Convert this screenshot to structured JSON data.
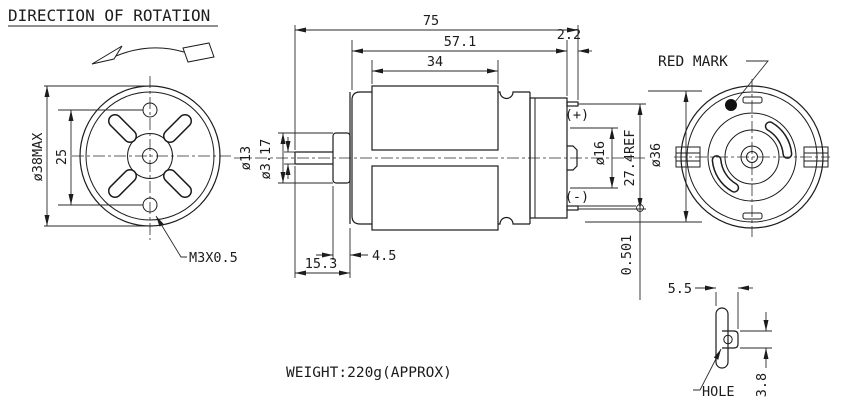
{
  "header": {
    "title": "DIRECTION OF ROTATION"
  },
  "front_view": {
    "dia_max": "ø38MAX",
    "hole_spacing": "25",
    "thread": "M3X0.5"
  },
  "side_view": {
    "overall_length": "75",
    "case_length": "57.1",
    "band_length": "34",
    "rear_protrusion": "2.2",
    "boss_dia": "ø13",
    "shaft_dia": "ø3.17",
    "boss_length": "4.5",
    "shaft_length": "15.3",
    "terminal_positive": "(+)",
    "terminal_negative": "(-)",
    "terminal_circle_dia": "ø16",
    "terminal_span": "27.4REF",
    "case_dia": "ø36",
    "terminal_thickness": "0.501"
  },
  "rear_view": {
    "red_mark": "RED MARK"
  },
  "terminal_detail": {
    "width": "5.5",
    "height": "3.8",
    "hole": "HOLE"
  },
  "footer": {
    "weight": "WEIGHT:220g(APPROX)"
  },
  "colors": {
    "line": "#1c1c1c",
    "background": "#ffffff",
    "red_mark_dot": "#111111"
  }
}
